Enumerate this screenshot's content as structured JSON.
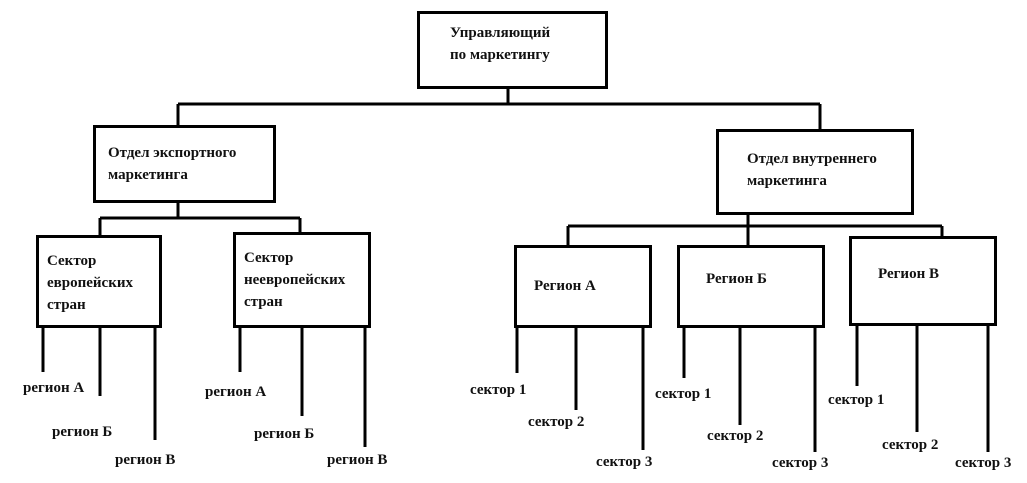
{
  "diagram": {
    "root": {
      "line1": "Управляющий",
      "line2": "по маркетингу"
    },
    "export_dept": {
      "line1": "Отдел экспортного",
      "line2": "маркетинга",
      "sector_eu": {
        "line1": "Сектор",
        "line2": "европейских",
        "line3": "стран"
      },
      "sector_noneu": {
        "line1": "Сектор",
        "line2": "неевропейских",
        "line3": "стран"
      },
      "regions": [
        "регион А",
        "регион Б",
        "регион В"
      ]
    },
    "domestic_dept": {
      "line1": "Отдел внутреннего",
      "line2": "маркетинга",
      "region_a": "Регион А",
      "region_b": "Регион Б",
      "region_v": "Регион В",
      "sectors": [
        "сектор 1",
        "сектор 2",
        "сектор 3"
      ]
    }
  }
}
